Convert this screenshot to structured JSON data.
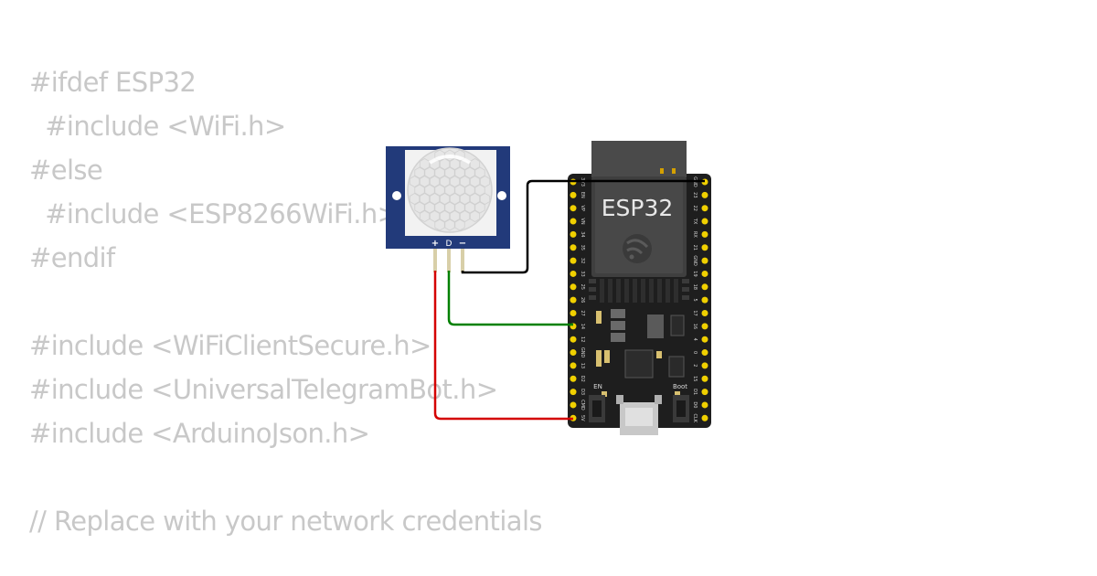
{
  "code_lines": [
    "#ifdef ESP32",
    "  #include <WiFi.h>",
    "#else",
    "  #include <ESP8266WiFi.h>",
    "#endif",
    "",
    "#include <WiFiClientSecure.h>",
    "#include <UniversalTelegramBot.h>",
    "#include <ArduinoJson.h>",
    "",
    "// Replace with your network credentials"
  ],
  "pir_sensor": {
    "pin_plus": "+",
    "pin_data": "D",
    "pin_minus": "−"
  },
  "esp32": {
    "label": "ESP32",
    "en_label": "EN",
    "boot_label": "Boot",
    "left_pins": [
      "3V3",
      "EN",
      "VP",
      "VN",
      "34",
      "35",
      "32",
      "33",
      "25",
      "26",
      "27",
      "14",
      "12",
      "GND",
      "13",
      "D2",
      "D3",
      "CMD",
      "5V"
    ],
    "right_pins": [
      "GND",
      "23",
      "22",
      "TX",
      "RX",
      "21",
      "GND",
      "19",
      "18",
      "5",
      "17",
      "16",
      "4",
      "0",
      "2",
      "15",
      "D1",
      "D0",
      "CLK"
    ]
  },
  "wires": [
    {
      "name": "vcc",
      "color": "#d40000"
    },
    {
      "name": "data",
      "color": "#008000"
    },
    {
      "name": "gnd",
      "color": "#000000"
    }
  ],
  "colors": {
    "code_text": "#c8c8c8",
    "pir_board": "#223a7a",
    "esp_board": "#1e1e1e",
    "pin_pad": "#f0d000"
  }
}
